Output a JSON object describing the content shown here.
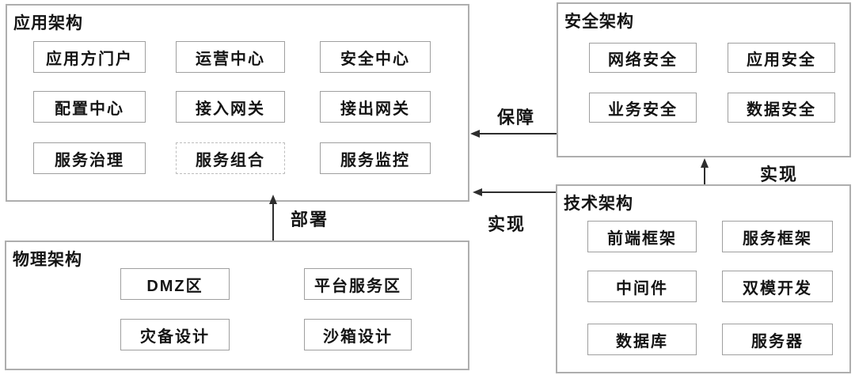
{
  "colors": {
    "background": "#ffffff",
    "panel_border": "#aeaeae",
    "node_border": "#9f9f9f",
    "dashed_node_border": "#bdbdbd",
    "text": "#141414",
    "arrow": "#2e2e2e"
  },
  "panels": [
    {
      "title": "应用架构",
      "items": [
        "应用方门户",
        "运营中心",
        "安全中心",
        "配置中心",
        "接入网关",
        "接出网关",
        "服务治理",
        "服务组合",
        "服务监控"
      ]
    },
    {
      "title": "安全架构",
      "items": [
        "网络安全",
        "应用安全",
        "业务安全",
        "数据安全"
      ]
    },
    {
      "title": "技术架构",
      "items": [
        "前端框架",
        "服务框架",
        "中间件",
        "双模开发",
        "数据库",
        "服务器"
      ]
    },
    {
      "title": "物理架构",
      "items": [
        "DMZ区",
        "平台服务区",
        "灾备设计",
        "沙箱设计"
      ]
    }
  ],
  "arrows": [
    {
      "label": "保障",
      "from": "安全架构",
      "to": "应用架构",
      "direction": "left"
    },
    {
      "label": "实现",
      "from": "技术架构",
      "to": "应用架构",
      "direction": "left"
    },
    {
      "label": "实现",
      "from": "技术架构",
      "to": "安全架构",
      "direction": "up"
    },
    {
      "label": "部署",
      "from": "物理架构",
      "to": "应用架构",
      "direction": "up"
    }
  ]
}
